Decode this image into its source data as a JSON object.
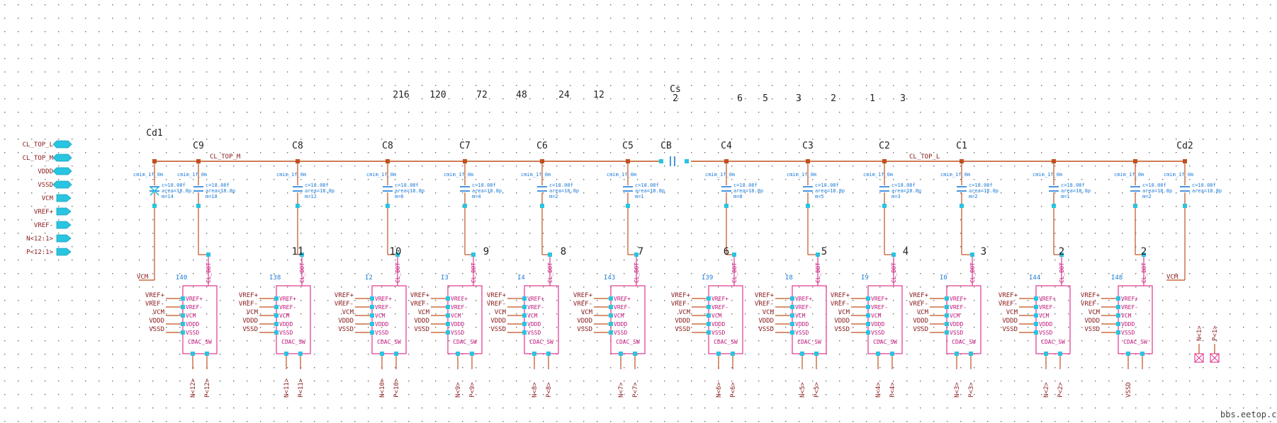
{
  "ports": [
    "CL_TOP_L",
    "CL_TOP_M",
    "VDDD",
    "VSSD",
    "VCM",
    "VREF+",
    "VREF-",
    "N<12:1>",
    "P<12:1>"
  ],
  "weights_top": [
    "216",
    "120",
    "72",
    "48",
    "24",
    "12"
  ],
  "weights_right": [
    "6",
    "5",
    "3",
    "2",
    "1",
    "3"
  ],
  "cs_label": "Cs",
  "cs_value": "2",
  "cap_names": [
    "C9",
    "C8",
    "C8",
    "C7",
    "C6",
    "C5",
    "C4",
    "C3",
    "C2",
    "C1"
  ],
  "cd1": "Cd1",
  "cd2": "Cd2",
  "cb": "CB",
  "net_top_m": "CL_TOP_M",
  "net_top_l": "CL_TOP_L",
  "cap_model": "cmim_1f_0m",
  "cap_c": "c=18.08f",
  "cap_area": "area=18.8p",
  "cap_m": [
    "m=14",
    "m=18",
    "m=12",
    "m=6",
    "m=4",
    "m=2",
    "m=1",
    "m=8",
    "m=5",
    "m=3",
    "m=2",
    "m=1",
    "m=2"
  ],
  "bit_nums": [
    "11",
    "10",
    "9",
    "8",
    "7",
    "6",
    "5",
    "4",
    "3",
    "2",
    "2"
  ],
  "instances": [
    "I40",
    "I38",
    "I2",
    "I3",
    "I4",
    "I43",
    "I39",
    "I8",
    "I9",
    "I0",
    "I44",
    "I48"
  ],
  "cell_name": "CDAC_SW",
  "cell_top_pin": "CL_BOT",
  "cell_pins": [
    "VREF+",
    "VREF-",
    "VCM",
    "VDDD",
    "VSSD"
  ],
  "bottom_nets": [
    [
      "N<12>",
      "P<12>"
    ],
    [
      "N<11>",
      "P<11>"
    ],
    [
      "N<10>",
      "P<10>"
    ],
    [
      "N<9>",
      "P<9>"
    ],
    [
      "N<8>",
      "P<8>"
    ],
    [
      "N<7>",
      "P<7>"
    ],
    [
      "N<6>",
      "P<6>"
    ],
    [
      "N<5>",
      "P<5>"
    ],
    [
      "N<4>",
      "P<4>"
    ],
    [
      "N<3>",
      "P<3>"
    ],
    [
      "N<2>",
      "P<2>"
    ],
    [
      "VSSD",
      ""
    ]
  ],
  "vcm": "VCM",
  "nc_pins": [
    "N<1>",
    "P<1>"
  ],
  "watermark": "bbs.eetop.cn",
  "colors": {
    "wire": "#c0501e",
    "pin": "#8b1a1a",
    "cell": "#e0358c",
    "cap": "#1e7bd6",
    "port": "#29c4e0",
    "dot": "#5a5a5a"
  }
}
